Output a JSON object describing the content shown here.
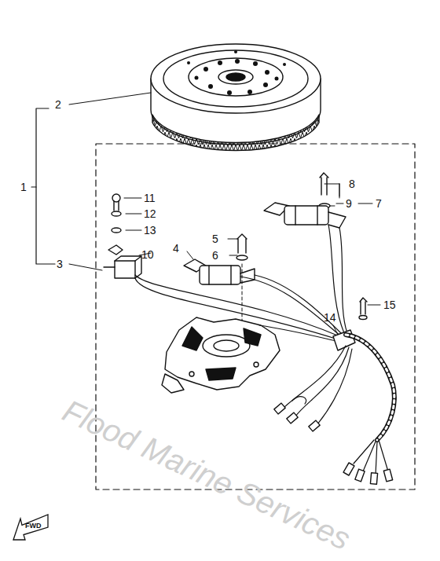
{
  "diagram": {
    "nodes": [
      {
        "text": [
          "FWD"
        ]
      }
    ],
    "labels": [
      "2",
      "1",
      "3",
      "11",
      "12",
      "13",
      "10",
      "4",
      "5",
      "6",
      "8",
      "9",
      "7",
      "15",
      "14",
      "Flood Marine Services"
    ]
  }
}
